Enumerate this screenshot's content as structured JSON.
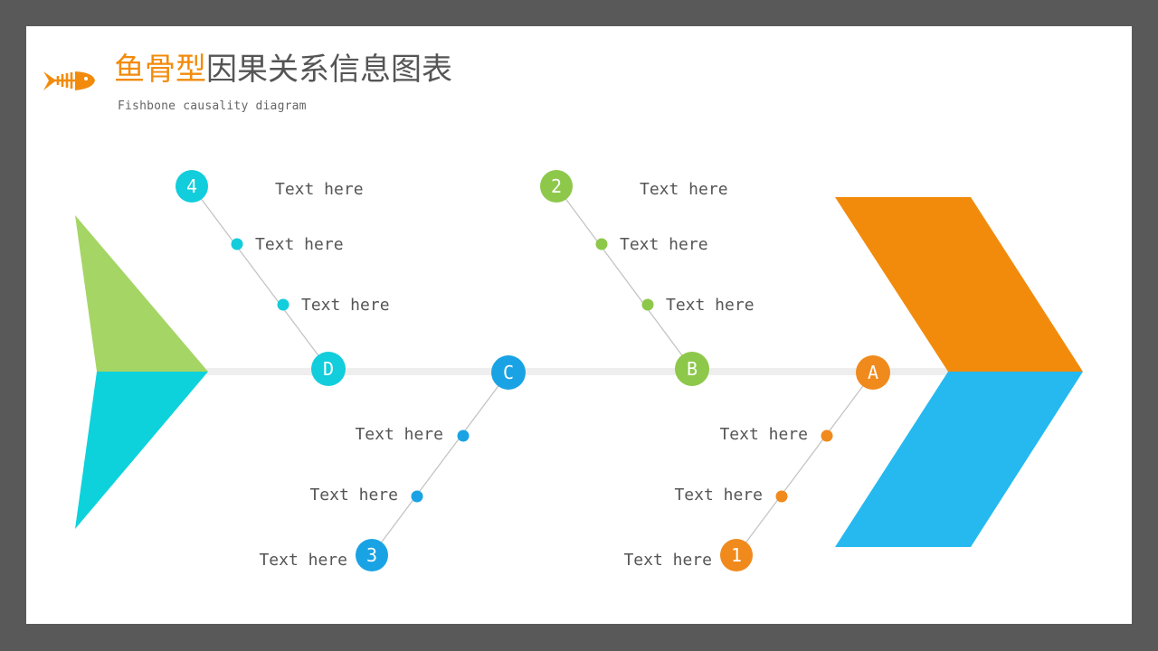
{
  "title": {
    "highlight": "鱼骨型",
    "rest": "因果关系信息图表"
  },
  "subtitle": "Fishbone causality diagram",
  "icon": "fish-skeleton-icon",
  "colors": {
    "frame": "#595959",
    "canvas": "#ffffff",
    "accent": "#f28b0c",
    "title_text": "#555555",
    "spine": "#eeeeee",
    "tail_top": "#a5d565",
    "tail_bottom": "#0dd2dc",
    "head_top": "#f28b0c",
    "head_bottom": "#25b9ef"
  },
  "branches": [
    {
      "node": "D",
      "end": "4",
      "color": "#12cddc",
      "items": [
        "Text here",
        "Text here",
        "Text here"
      ]
    },
    {
      "node": "C",
      "end": "3",
      "color": "#1aa3e4",
      "items": [
        "Text here",
        "Text here",
        "Text here"
      ]
    },
    {
      "node": "B",
      "end": "2",
      "color": "#8dc84a",
      "items": [
        "Text here",
        "Text here",
        "Text here"
      ]
    },
    {
      "node": "A",
      "end": "1",
      "color": "#f08a1c",
      "items": [
        "Text here",
        "Text here",
        "Text here"
      ]
    }
  ]
}
